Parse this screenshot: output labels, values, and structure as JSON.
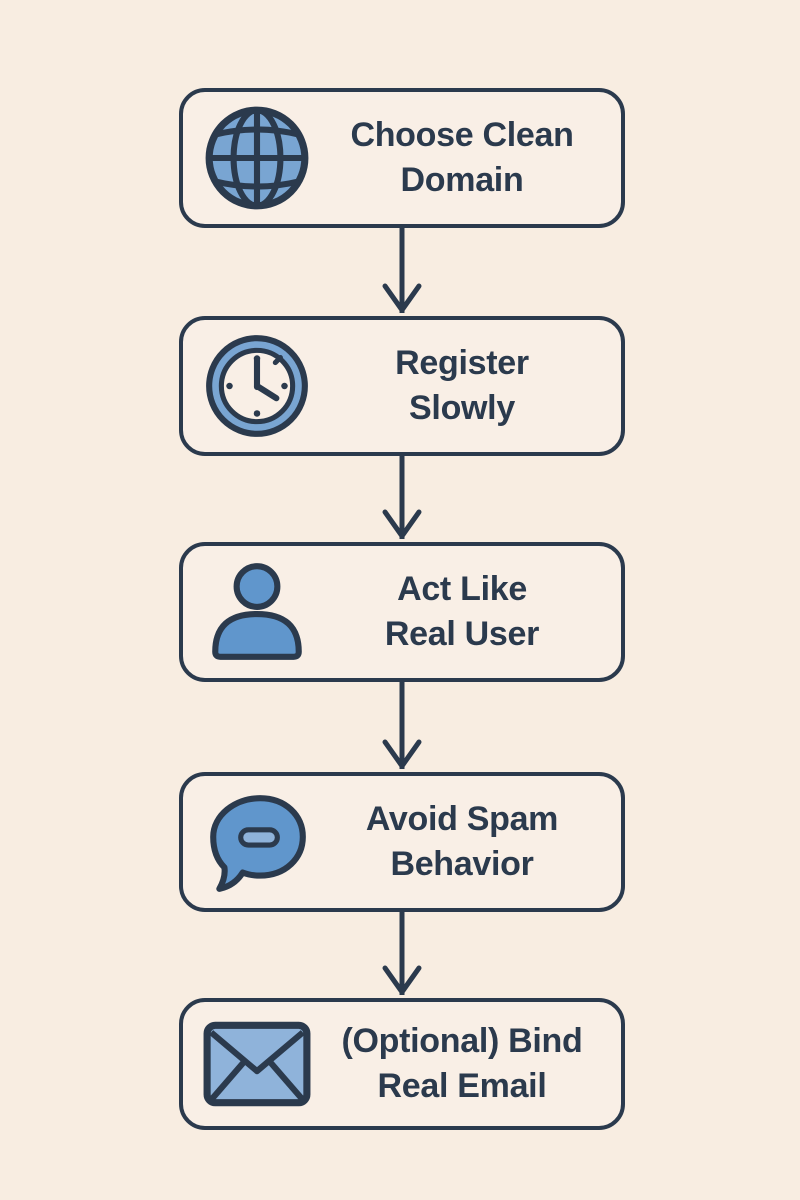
{
  "palette": {
    "background": "#f8ede1",
    "box_fill": "#f9efe6",
    "ink": "#2b3a4d",
    "blue": "#6096cc",
    "blue_mid": "#79a5d2",
    "blue_light": "#8fb3da"
  },
  "flow": {
    "type": "vertical-flowchart",
    "connector_style": "arrow-down",
    "steps": [
      {
        "id": 1,
        "icon": "globe-icon",
        "line1": "Choose Clean",
        "line2": "Domain"
      },
      {
        "id": 2,
        "icon": "clock-icon",
        "line1": "Register",
        "line2": "Slowly"
      },
      {
        "id": 3,
        "icon": "user-icon",
        "line1": "Act Like",
        "line2": "Real User"
      },
      {
        "id": 4,
        "icon": "chat-bubble-minus-icon",
        "line1": "Avoid Spam",
        "line2": "Behavior"
      },
      {
        "id": 5,
        "icon": "envelope-icon",
        "line1": "(Optional) Bind",
        "line2": "Real Email"
      }
    ]
  }
}
